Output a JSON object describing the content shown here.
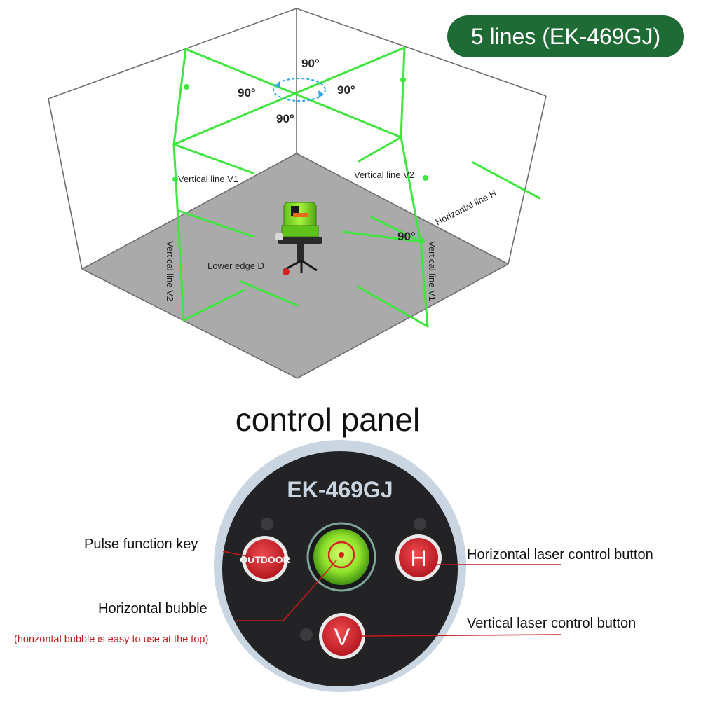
{
  "badge": {
    "text": "5 lines (EK-469GJ)"
  },
  "box": {
    "angle_top": "90°",
    "angle_left": "90°",
    "angle_right": "90°",
    "angle_bottom": "90°",
    "angle_side": "90°",
    "label_v1_top": "Vertical line V1",
    "label_v2_top": "Vertical line V2",
    "label_h": "Horizontal line H",
    "label_v2_side": "Vertical line V2",
    "label_v1_side": "Vertical line V1",
    "label_lower_edge": "Lower edge D"
  },
  "control_panel": {
    "title": "control panel",
    "model": "EK-469GJ",
    "outdoor_button": "OUTDOOR",
    "h_button": "H",
    "v_button": "V",
    "callouts": {
      "pulse": "Pulse function key",
      "bubble": "Horizontal bubble",
      "bubble_note": "(horizontal bubble is easy to use at the top)",
      "h_control": "Horizontal laser control button",
      "v_control": "Vertical laser control button"
    }
  },
  "colors": {
    "laser": "#3ee63e",
    "badge": "#1f6b35",
    "floor": "#aaaaaa",
    "callout": "#c41a1a",
    "button_red": "#d8252d",
    "panel_dark": "#232326",
    "panel_rim": "#c9d6e2"
  }
}
